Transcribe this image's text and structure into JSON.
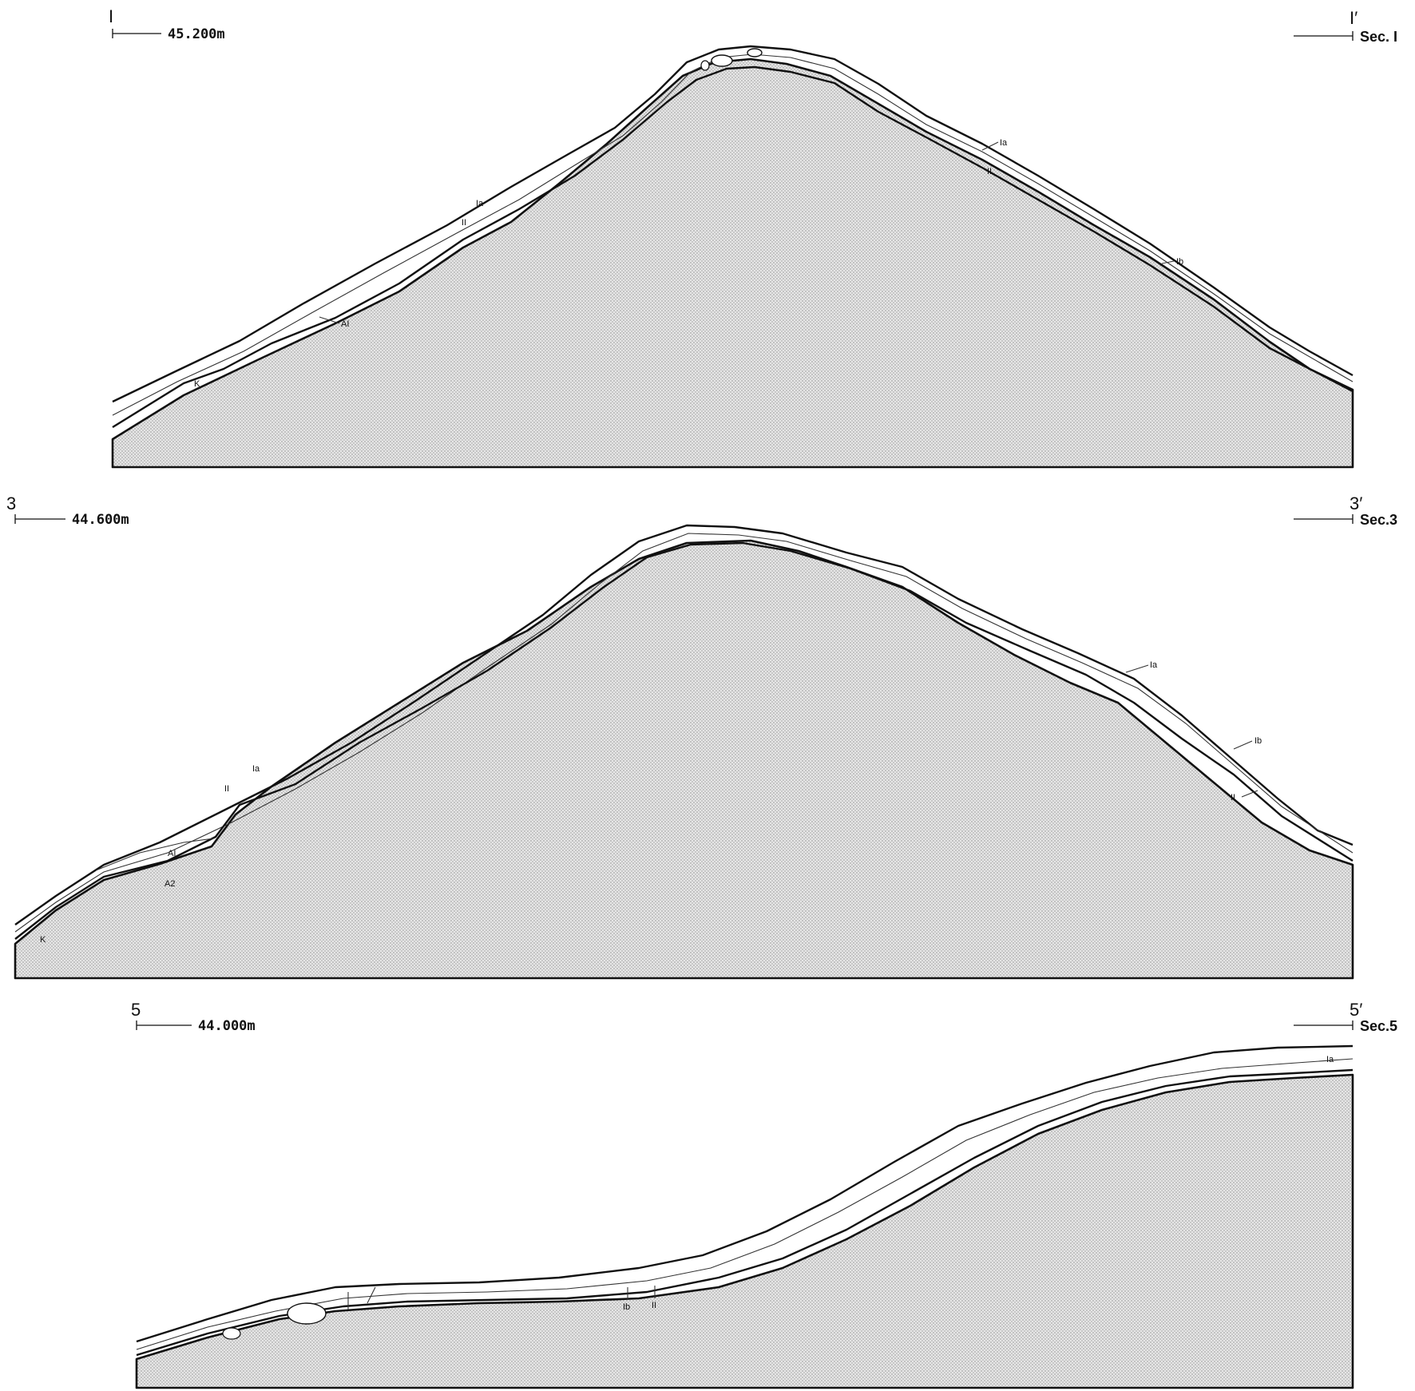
{
  "sections": [
    {
      "id": "sec1",
      "start_mark": "I",
      "end_mark": "I′",
      "elevation": "45.200m",
      "label": "Sec. I",
      "layers": [
        "Ia",
        "II",
        "Ia",
        "II",
        "Ib",
        "AI",
        "K"
      ]
    },
    {
      "id": "sec3",
      "start_mark": "3",
      "end_mark": "3′",
      "elevation": "44.600m",
      "label": "Sec.3",
      "layers": [
        "Ia",
        "II",
        "AI",
        "A2",
        "K",
        "Ia",
        "Ib",
        "II"
      ]
    },
    {
      "id": "sec5",
      "start_mark": "5",
      "end_mark": "5′",
      "elevation": "44.000m",
      "label": "Sec.5",
      "layers": [
        "Ia",
        "Ib",
        "II"
      ]
    }
  ]
}
